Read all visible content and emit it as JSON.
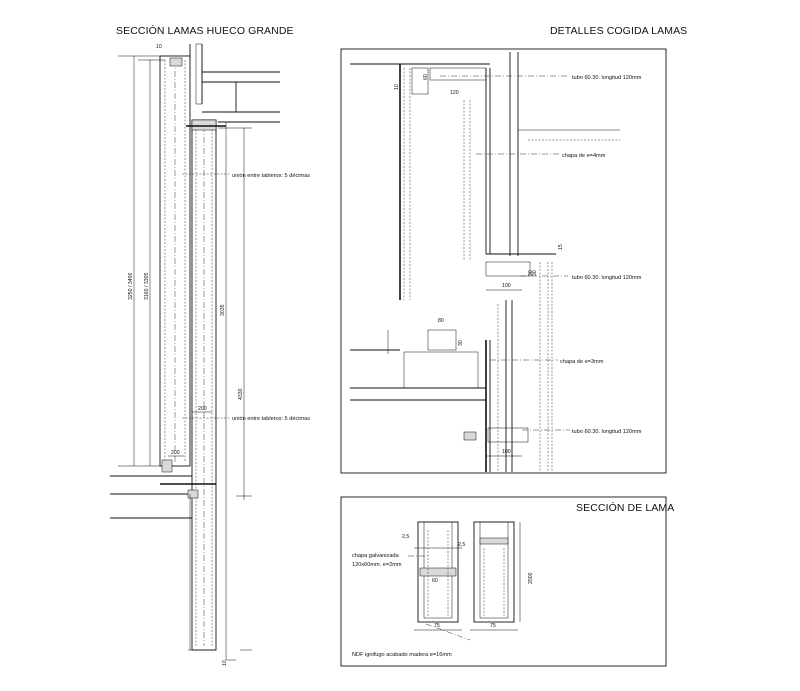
{
  "titles": {
    "section_large": "SECCIÓN LAMAS HUECO GRANDE",
    "details": "DETALLES COGIDA LAMAS",
    "lama_section": "SECCIÓN DE LAMA"
  },
  "annotations": {
    "union_top": "unión entre tableros: 5 décimas",
    "union_bottom": "unión entre tableros: 5 décimas",
    "tubo_1": "tubo 60.30. longitud 120mm",
    "chapa_4": "chapa de e=4mm",
    "tubo_2": "tubo 60.30. longitud 120mm",
    "chapa_3": "chapa de e=3mm",
    "tubo_3": "tubo 60.30. longitud 120mm",
    "chapa_galv_1": "chapa galvanizada",
    "chapa_galv_2": "120x60mm. e=2mm",
    "ndf": "NDF ignifugo acabado madera e=16mm"
  },
  "dimensions": {
    "d10_top": "10",
    "d3250": "3250 / 3400",
    "d3160": "3160 / 3305",
    "d3035": "3035",
    "d4330": "4330",
    "d200": "200",
    "d200b": "200",
    "d10_bottom": "10",
    "d30": "30",
    "d60": "60",
    "d120": "120",
    "d15": "15",
    "d10_detail": "10",
    "d30b": "30",
    "d100": "100",
    "d80": "80",
    "d30c": "30",
    "d100b": "100",
    "d2_5a": "2,5",
    "d2_5b": "2,5",
    "d2000": "2000",
    "d75a": "75",
    "d75b": "75",
    "d60b": "60"
  }
}
